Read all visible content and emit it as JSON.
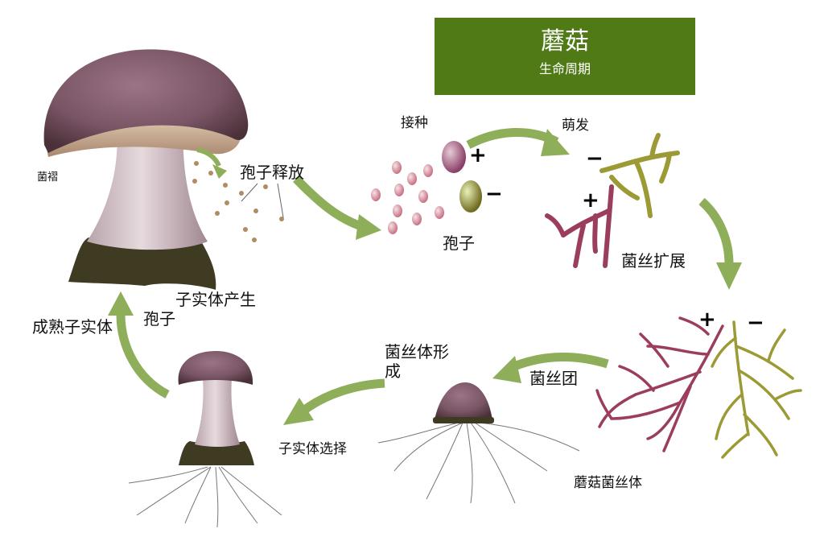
{
  "title": {
    "main": "蘑菇",
    "sub": "生命周期"
  },
  "labels": {
    "gills": "菌褶",
    "spore_release": "孢子释放",
    "inoculation": "接种",
    "germination": "萌发",
    "spores": "孢子",
    "hyphae_expansion": "菌丝扩展",
    "fruiting_body_produces": "子实体产生",
    "spores_2": "孢子",
    "mature_fruiting_body": "成熟子实体",
    "mycelium_formation": "菌丝体形成",
    "hyphal_knot": "菌丝团",
    "fruiting_body_selection": "子实体选择",
    "mushroom_mycelium": "蘑菇菌丝体"
  },
  "mating_signs": {
    "plus": "+",
    "minus": "−"
  },
  "colors": {
    "title_bg": "#4f7a16",
    "arrow": "#8fae5a",
    "cap": "#7a5566",
    "stem": "#d6c7cc",
    "volva": "#3f3a22",
    "hypha_plus": "#9b3d5c",
    "hypha_minus": "#9c9a34",
    "spore_dot": "#b08c63"
  }
}
